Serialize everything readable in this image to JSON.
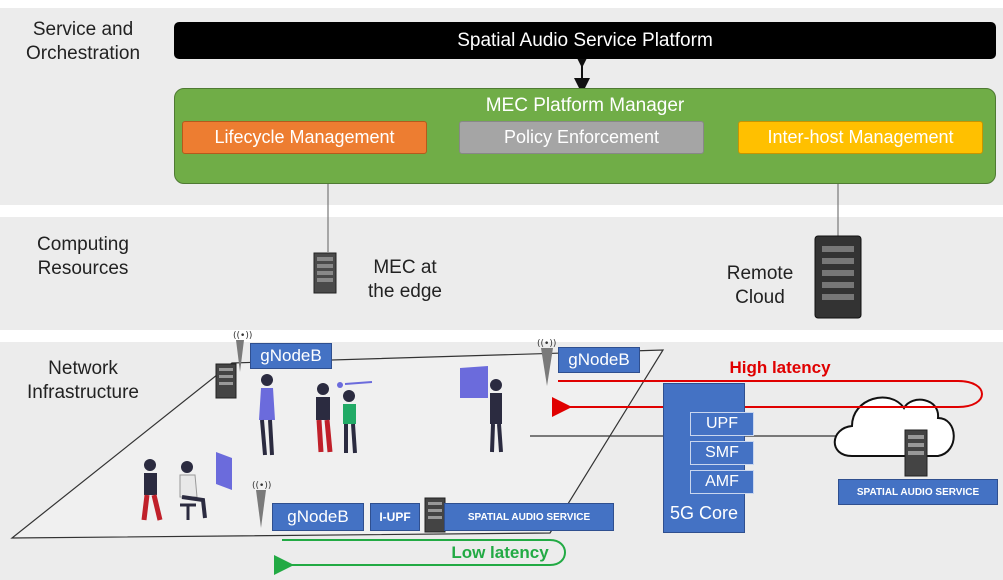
{
  "layers": {
    "service": [
      "Service and",
      "Orchestration"
    ],
    "computing": [
      "Computing",
      "Resources"
    ],
    "network": [
      "Network",
      "Infrastructure"
    ]
  },
  "platform": {
    "title": "Spatial Audio Service Platform"
  },
  "mec": {
    "title": "MEC Platform Manager",
    "lifecycle": "Lifecycle Management",
    "policy": "Policy Enforcement",
    "interhost": "Inter-host Management"
  },
  "computing": {
    "edge": [
      "MEC at",
      "the edge"
    ],
    "cloud": [
      "Remote",
      "Cloud"
    ]
  },
  "network": {
    "gnb_top_left": "gNodeB",
    "gnb_top_right": "gNodeB",
    "gnb_bottom": "gNodeB",
    "iupf": "I-UPF",
    "edge_service": "SPATIAL AUDIO SERVICE",
    "cloud_service": "SPATIAL AUDIO SERVICE",
    "core": {
      "upf": "UPF",
      "smf": "SMF",
      "amf": "AMF",
      "label": "5G Core"
    },
    "high_latency": "High latency",
    "low_latency": "Low latency"
  },
  "colors": {
    "band": "#ececec",
    "platform": "#000000",
    "mec": "#70ad47",
    "lifecycle": "#ed7d31",
    "policy": "#a5a5a5",
    "interhost": "#ffc000",
    "node": "#4472c4",
    "high": "#e00000",
    "low": "#22aa44"
  }
}
